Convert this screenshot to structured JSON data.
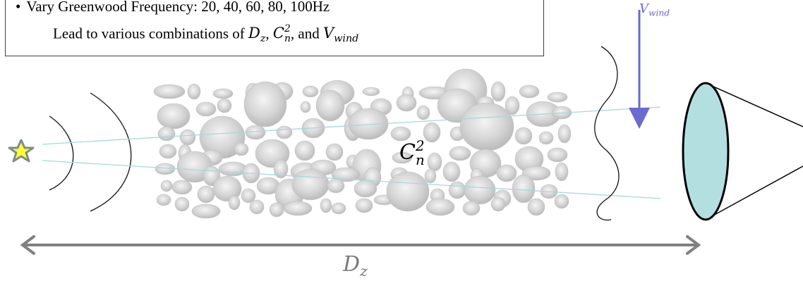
{
  "textbox": {
    "bullet": "•",
    "line1": "Vary Greenwood Frequency: 20, 40, 60, 80, 100Hz",
    "line2_prefix": "Lead to various combinations of ",
    "dz_base": "D",
    "dz_sub": "z",
    "sep1": ", ",
    "cn_base": "C",
    "cn_sub": "n",
    "cn_sup": "2",
    "sep2": ", and ",
    "v_base": "V",
    "v_sub": "wind"
  },
  "labels": {
    "cn_base": "C",
    "cn_sub": "n",
    "cn_sup": "2",
    "v_base": "V",
    "v_sub": "wind",
    "dz_base": "D",
    "dz_sub": "z"
  },
  "colors": {
    "star_fill": "#ffff33",
    "star_stroke": "#7f8c8d",
    "beam": "#a8d8d8",
    "wind_arrow": "#6a6ad0",
    "receiver_fill": "#b4dfe0",
    "distance_arrow": "#808080",
    "eddy_fill": "#d4d4d4"
  }
}
